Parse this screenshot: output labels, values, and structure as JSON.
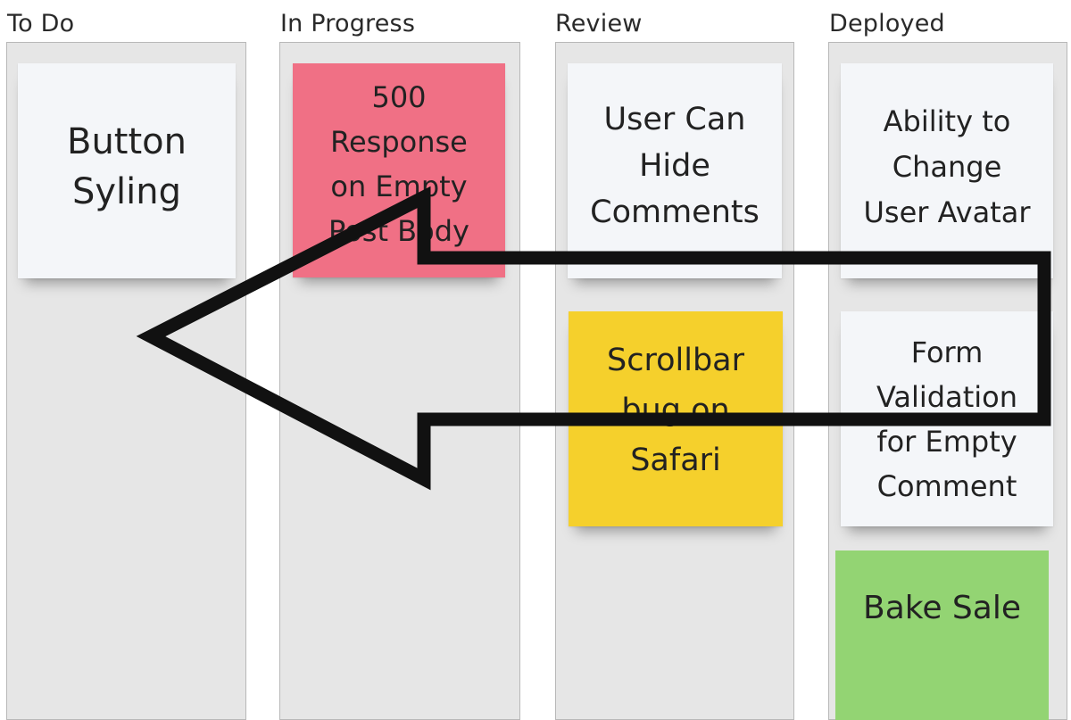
{
  "board": {
    "columns": [
      {
        "title": "To Do",
        "cards": [
          {
            "text": "Button\nSyling",
            "color": "#f4f6f9"
          }
        ]
      },
      {
        "title": "In Progress",
        "cards": [
          {
            "text": "500\nResponse\non Empty\nPost Body",
            "color": "#f07085"
          }
        ]
      },
      {
        "title": "Review",
        "cards": [
          {
            "text": "User Can\nHide\nComments",
            "color": "#f4f6f9"
          },
          {
            "text": "Scrollbar\nbug on\nSafari",
            "color": "#f5d02c"
          }
        ]
      },
      {
        "title": "Deployed",
        "cards": [
          {
            "text": "Ability to\nChange\nUser Avatar",
            "color": "#f4f6f9"
          },
          {
            "text": "Form\nValidation\nfor Empty\nComment",
            "color": "#f4f6f9"
          },
          {
            "text": "Bake Sale",
            "color": "#93d473"
          }
        ]
      }
    ]
  },
  "annotation": {
    "arrow_icon": "left-arrow-icon",
    "arrow_color": "#111111"
  }
}
